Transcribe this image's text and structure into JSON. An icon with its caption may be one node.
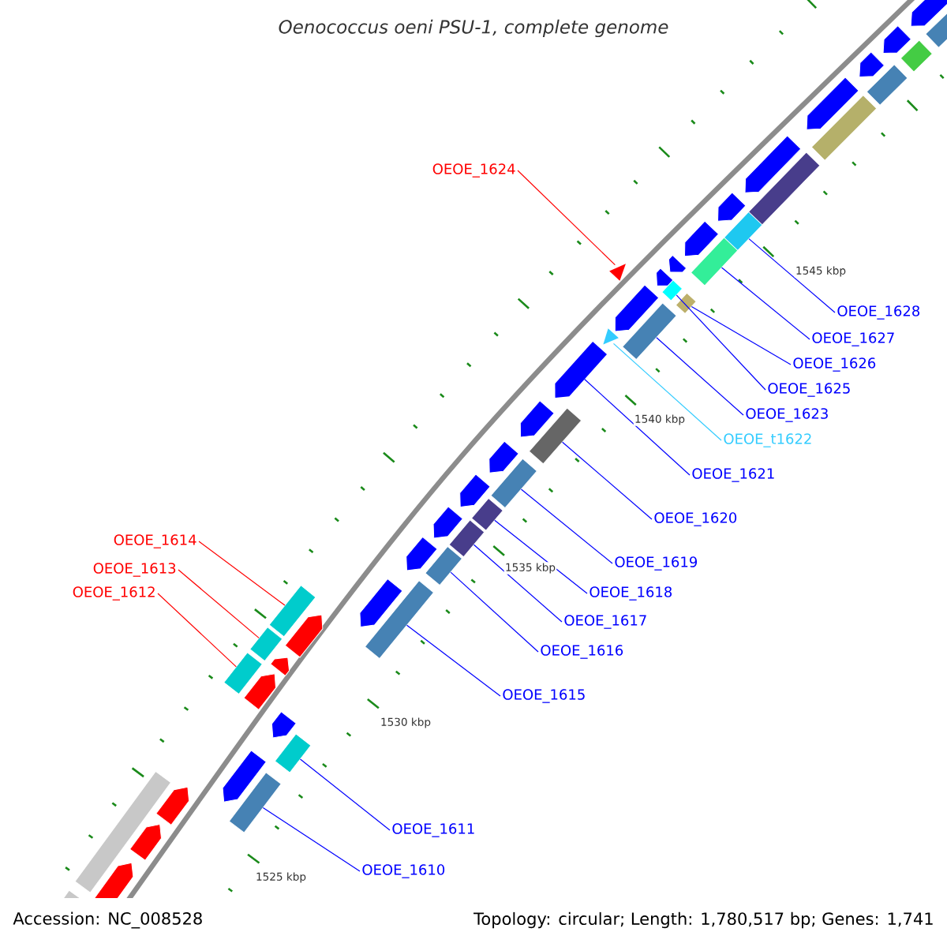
{
  "diagram": {
    "title": "Oenococcus oeni PSU-1, complete genome",
    "nodes": [
      {
        "text": [
          "OEOE_1624"
        ]
      },
      {
        "text": [
          "OEOE_1628"
        ]
      },
      {
        "text": [
          "OEOE_1627"
        ]
      },
      {
        "text": [
          "OEOE_1626"
        ]
      },
      {
        "text": [
          "OEOE_1625"
        ]
      },
      {
        "text": [
          "OEOE_1623"
        ]
      },
      {
        "text": [
          "OEOE_t1622"
        ]
      },
      {
        "text": [
          "OEOE_1621"
        ]
      },
      {
        "text": [
          "OEOE_1620"
        ]
      },
      {
        "text": [
          "OEOE_1619"
        ]
      },
      {
        "text": [
          "OEOE_1618"
        ]
      },
      {
        "text": [
          "OEOE_1617"
        ]
      },
      {
        "text": [
          "OEOE_1616"
        ]
      },
      {
        "text": [
          "OEOE_1615"
        ]
      },
      {
        "text": [
          "OEOE_1614"
        ]
      },
      {
        "text": [
          "OEOE_1613"
        ]
      },
      {
        "text": [
          "OEOE_1612"
        ]
      },
      {
        "text": [
          "OEOE_1611"
        ]
      },
      {
        "text": [
          "OEOE_1610"
        ]
      },
      {
        "text": [],
        "shape": "triangle"
      },
      {
        "text": [],
        "shape": "bar"
      },
      {
        "text": [],
        "shape": "bar"
      },
      {
        "text": [],
        "shape": "bar"
      },
      {
        "text": [],
        "shape": "bar"
      },
      {
        "text": [],
        "shape": "bar"
      },
      {
        "text": [],
        "shape": "triangle"
      },
      {
        "text": [],
        "shape": "arrow"
      },
      {
        "text": [],
        "shape": "bar"
      },
      {
        "text": [],
        "shape": "bar"
      },
      {
        "text": [],
        "shape": "bar"
      },
      {
        "text": [],
        "shape": "bar"
      },
      {
        "text": [],
        "shape": "bar"
      },
      {
        "text": [],
        "shape": "bar"
      },
      {
        "text": [],
        "shape": "bar"
      },
      {
        "text": [],
        "shape": "bar"
      },
      {
        "text": [],
        "shape": "bar"
      },
      {
        "text": [],
        "shape": "bar"
      },
      {
        "text": [],
        "shape": "bar"
      },
      {
        "text": [],
        "shape": "bar"
      }
    ],
    "edges": [
      {
        "from": 0,
        "to": 19,
        "arrow": "none",
        "color": "#ff0000"
      },
      {
        "from": 1,
        "to": 20,
        "arrow": "none"
      },
      {
        "from": 2,
        "to": 21,
        "arrow": "none"
      },
      {
        "from": 3,
        "to": 22,
        "arrow": "none"
      },
      {
        "from": 4,
        "to": 23,
        "arrow": "none"
      },
      {
        "from": 5,
        "to": 24,
        "arrow": "none"
      },
      {
        "from": 6,
        "to": 25,
        "arrow": "none",
        "color": "#33ccff"
      },
      {
        "from": 7,
        "to": 26,
        "arrow": "none"
      },
      {
        "from": 8,
        "to": 27,
        "arrow": "none"
      },
      {
        "from": 9,
        "to": 28,
        "arrow": "none"
      },
      {
        "from": 10,
        "to": 29,
        "arrow": "none"
      },
      {
        "from": 11,
        "to": 30,
        "arrow": "none"
      },
      {
        "from": 12,
        "to": 31,
        "arrow": "none"
      },
      {
        "from": 13,
        "to": 32,
        "arrow": "none"
      },
      {
        "from": 14,
        "to": 33,
        "arrow": "none",
        "color": "#ff0000"
      },
      {
        "from": 15,
        "to": 34,
        "arrow": "none",
        "color": "#ff0000"
      },
      {
        "from": 16,
        "to": 35,
        "arrow": "none",
        "color": "#ff0000"
      },
      {
        "from": 17,
        "to": 36,
        "arrow": "none"
      },
      {
        "from": 18,
        "to": 37,
        "arrow": "none"
      }
    ],
    "labels": [
      "1545 kbp",
      "1540 kbp",
      "1535 kbp",
      "1530 kbp",
      "1525 kbp",
      "Accession: NC_008528",
      "Topology: circular; Length: 1,780,517 bp; Genes: 1,741"
    ]
  }
}
